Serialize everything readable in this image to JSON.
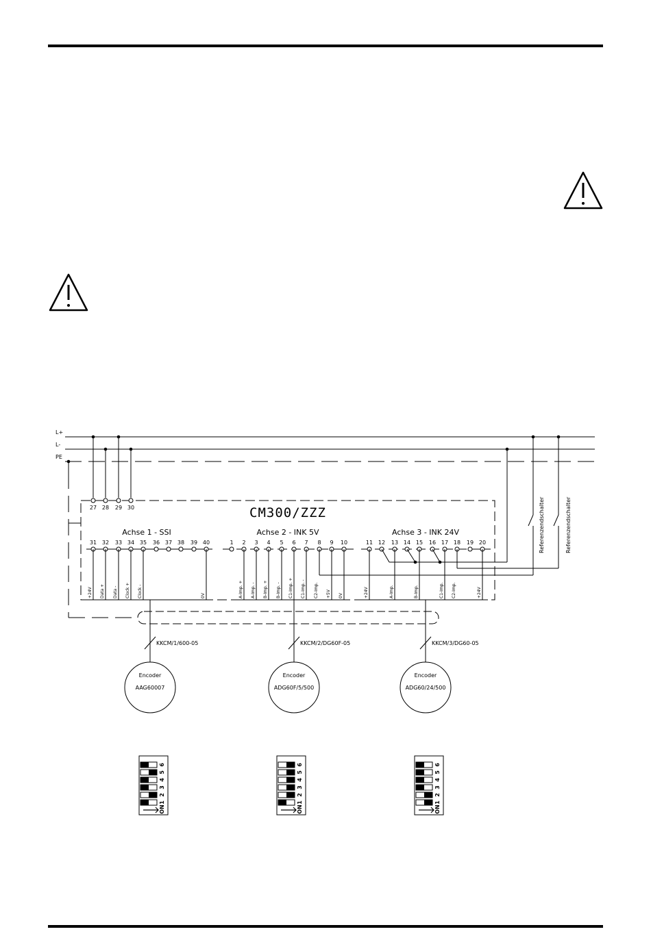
{
  "rails": [
    "L+",
    "L-",
    "PE"
  ],
  "module": {
    "title": "CM300/ZZZ",
    "power_terminals": [
      "27",
      "28",
      "29",
      "30"
    ]
  },
  "axes": [
    {
      "label": "Achse 1 - SSI",
      "terminals": [
        "31",
        "32",
        "33",
        "34",
        "35",
        "36",
        "37",
        "38",
        "39",
        "40"
      ],
      "signals": [
        "+24V",
        "Data +",
        "Data -",
        "Clock +",
        "Clock -",
        "",
        "",
        "",
        "",
        "0V"
      ],
      "cable": "KKCM/1/600-05",
      "encoder": {
        "title": "Encoder",
        "model": "AAG60007"
      },
      "dip": {
        "labels": [
          "6",
          "5",
          "4",
          "3",
          "2",
          "1",
          "ON"
        ],
        "on": [
          true,
          false,
          true,
          true,
          false,
          true
        ]
      }
    },
    {
      "label": "Achse 2 - INK 5V",
      "terminals": [
        "1",
        "2",
        "3",
        "4",
        "5",
        "6",
        "7",
        "8",
        "9",
        "10"
      ],
      "signals": [
        "A-Imp. +",
        "A-Imp. -",
        "B-Imp. +",
        "B-Imp. -",
        "C1-Imp. +",
        "C1-Imp. -",
        "C2-Imp.",
        "+5V",
        "0V",
        ""
      ],
      "cable": "KKCM/2/DG60F-05",
      "encoder": {
        "title": "Encoder",
        "model": "ADG60F/5/500"
      },
      "dip": {
        "labels": [
          "6",
          "5",
          "4",
          "3",
          "2",
          "1",
          "ON"
        ],
        "on": [
          false,
          false,
          false,
          false,
          false,
          true
        ]
      }
    },
    {
      "label": "Achse 3 - INK 24V",
      "terminals": [
        "11",
        "12",
        "13",
        "14",
        "15",
        "16",
        "17",
        "18",
        "19",
        "20"
      ],
      "signals": [
        "+24V",
        "A-Imp.",
        "B-Imp.",
        "C1-Imp.",
        "C2-Imp.",
        "+24V"
      ],
      "cable": "KKCM/3/DG60-05",
      "encoder": {
        "title": "Encoder",
        "model": "ADG60/24/500"
      },
      "dip": {
        "labels": [
          "6",
          "5",
          "4",
          "3",
          "2",
          "1",
          "ON"
        ],
        "on": [
          true,
          true,
          true,
          true,
          false,
          false
        ]
      }
    }
  ],
  "switches": [
    "Referenzendschalter",
    "Referenzendschalter"
  ],
  "icons": [
    "warning-triangle-icon",
    "warning-triangle-icon"
  ]
}
